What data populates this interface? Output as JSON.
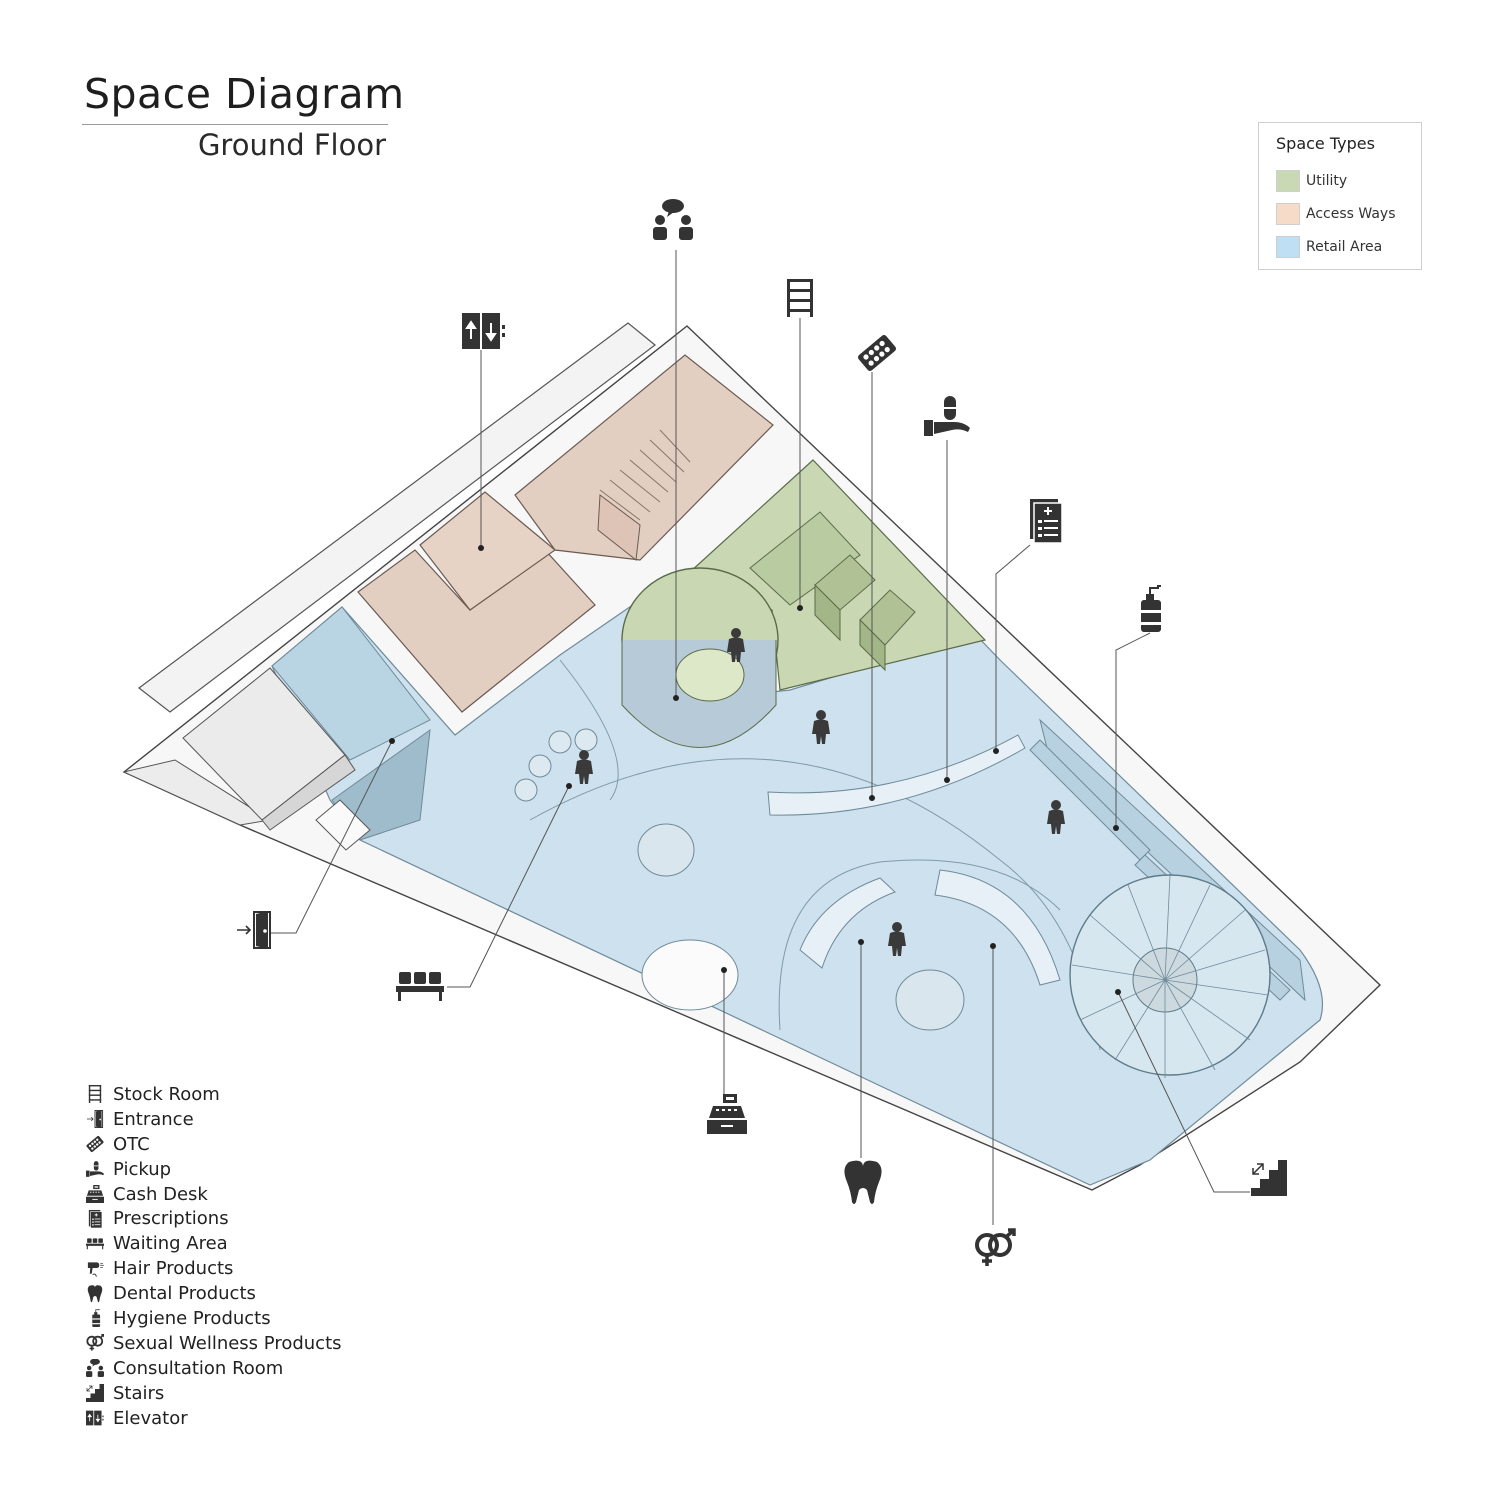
{
  "header": {
    "title": "Space Diagram",
    "subtitle": "Ground Floor"
  },
  "space_types": {
    "title": "Space Types",
    "items": [
      {
        "label": "Utility",
        "color": "#c8d9b4"
      },
      {
        "label": "Access Ways",
        "color": "#f6dcc8"
      },
      {
        "label": "Retail Area",
        "color": "#bfdff5"
      }
    ]
  },
  "zone_colors": {
    "utility": "#c9d8b2",
    "access": "#e3cfc2",
    "retail": "#cde2ee",
    "wall": "#f2f2f2"
  },
  "key": [
    {
      "label": "Stock Room",
      "icon": "shelf-icon"
    },
    {
      "label": "Entrance",
      "icon": "entrance-door-icon"
    },
    {
      "label": "OTC",
      "icon": "pill-blister-icon"
    },
    {
      "label": "Pickup",
      "icon": "pickup-hand-icon"
    },
    {
      "label": "Cash Desk",
      "icon": "cash-register-icon"
    },
    {
      "label": "Prescriptions",
      "icon": "prescription-clipboard-icon"
    },
    {
      "label": "Waiting Area",
      "icon": "bench-icon"
    },
    {
      "label": "Hair Products",
      "icon": "hair-dryer-icon"
    },
    {
      "label": "Dental Products",
      "icon": "tooth-icon"
    },
    {
      "label": "Hygiene Products",
      "icon": "pump-bottle-icon"
    },
    {
      "label": "Sexual Wellness Products",
      "icon": "gender-symbols-icon"
    },
    {
      "label": "Consultation Room",
      "icon": "consultation-icon"
    },
    {
      "label": "Stairs",
      "icon": "stairs-icon"
    },
    {
      "label": "Elevator",
      "icon": "elevator-icon"
    }
  ]
}
